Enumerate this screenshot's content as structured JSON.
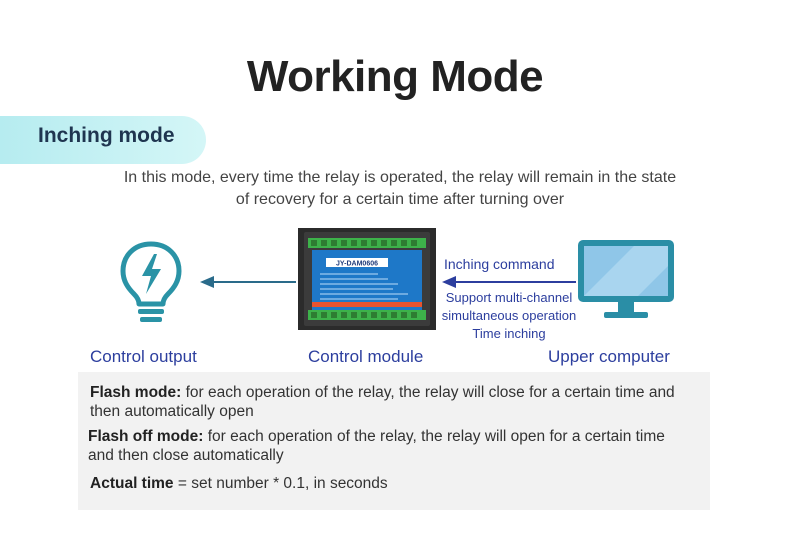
{
  "title": "Working Mode",
  "mode": {
    "label": "Inching mode"
  },
  "description": "In this mode, every time the relay is operated, the relay will remain in the state of recovery for a certain time after turning over",
  "diagram": {
    "module_label": "JY-DAM0606",
    "command_label": "Inching command",
    "support_lines": [
      "Support multi-channel",
      "simultaneous operation",
      "Time inching"
    ],
    "captions": {
      "output": "Control output",
      "module": "Control module",
      "upper": "Upper computer"
    }
  },
  "info": {
    "flash": {
      "term": "Flash mode:",
      "text": " for each operation of the relay, the relay will close for a certain time and then automatically open"
    },
    "flash_off": {
      "term": "Flash off mode:",
      "text": " for each operation of the relay, the relay will open for a certain time and then close automatically"
    },
    "actual": {
      "term": "Actual time",
      "text": " = set number * 0.1, in seconds"
    }
  },
  "colors": {
    "accent": "#2c3e9e",
    "teal": "#2a93a6",
    "pill": "#b6ecf0",
    "module_blue": "#1e78c8",
    "terminal_green": "#3db24a"
  }
}
